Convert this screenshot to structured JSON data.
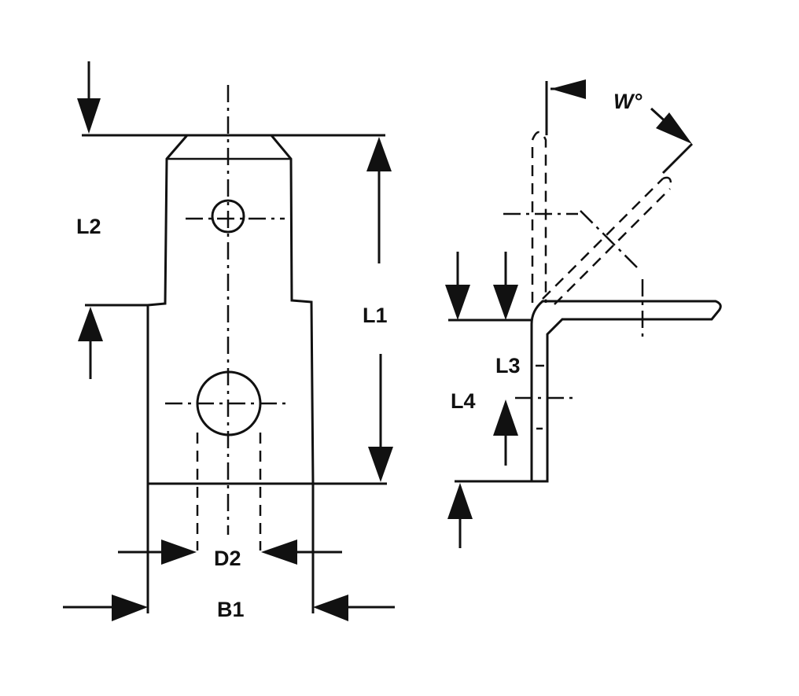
{
  "labels": {
    "l1": "L1",
    "l2": "L2",
    "l3": "L3",
    "l4": "L4",
    "d2": "D2",
    "b1": "B1",
    "w": "W°"
  },
  "colors": {
    "line": "#111111",
    "background": "#ffffff"
  }
}
